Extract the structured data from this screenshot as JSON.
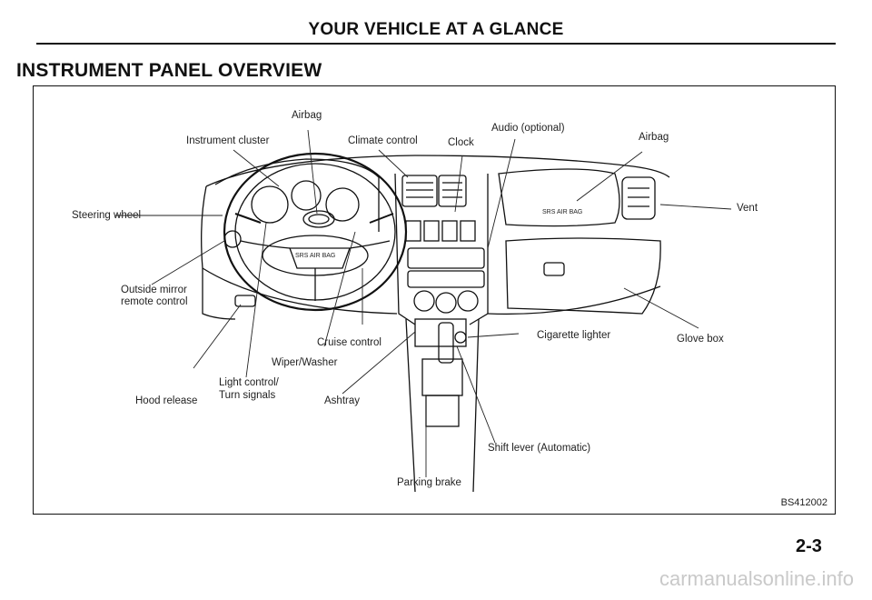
{
  "header": {
    "title": "YOUR VEHICLE AT A GLANCE"
  },
  "section": {
    "title": "INSTRUMENT PANEL OVERVIEW"
  },
  "diagram": {
    "labels": {
      "airbag_driver": "Airbag",
      "instrument_cluster": "Instrument cluster",
      "climate_control": "Climate control",
      "clock": "Clock",
      "audio": "Audio (optional)",
      "airbag_passenger": "Airbag",
      "vent": "Vent",
      "steering_wheel": "Steering wheel",
      "outside_mirror_1": "Outside mirror",
      "outside_mirror_2": "remote control",
      "cruise_control": "Cruise control",
      "cigarette_lighter": "Cigarette lighter",
      "glove_box": "Glove box",
      "wiper_washer": "Wiper/Washer",
      "light_control_1": "Light control/",
      "light_control_2": "Turn signals",
      "hood_release": "Hood release",
      "ashtray": "Ashtray",
      "shift_lever": "Shift lever (Automatic)",
      "parking_brake": "Parking brake"
    },
    "srs_text_wheel": "SRS AIR BAG",
    "srs_text_passenger": "SRS AIR BAG",
    "figure_code": "BS412002"
  },
  "page_number": "2-3",
  "watermark": "carmanualsonline.info"
}
